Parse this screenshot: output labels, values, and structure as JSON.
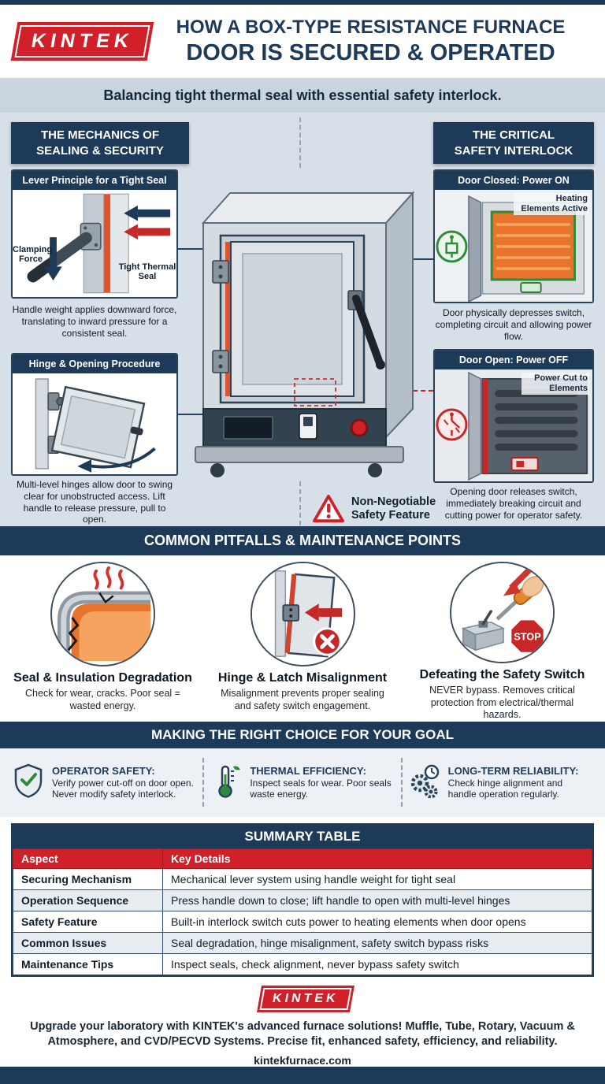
{
  "header": {
    "logo": "KINTEK",
    "title_line1": "HOW A BOX-TYPE RESISTANCE FURNACE",
    "title_line2": "DOOR IS SECURED & OPERATED",
    "subtitle": "Balancing tight thermal seal with essential safety interlock."
  },
  "mechanics": {
    "heading_line1": "THE MECHANICS OF",
    "heading_line2": "SEALING & SECURITY",
    "lever": {
      "title": "Lever Principle for a Tight Seal",
      "clamping_label": "Clamping Force",
      "seal_label": "Tight Thermal Seal",
      "caption": "Handle weight applies downward force, translating to inward pressure for a consistent seal."
    },
    "hinge": {
      "title": "Hinge & Opening Procedure",
      "caption": "Multi-level hinges allow door to swing clear for unobstructed access. Lift handle to release pressure, pull to open."
    }
  },
  "interlock": {
    "heading_line1": "THE CRITICAL",
    "heading_line2": "SAFETY INTERLOCK",
    "closed": {
      "title": "Door Closed: Power ON",
      "label": "Heating Elements Active",
      "caption": "Door physically depresses switch, completing circuit and allowing power flow."
    },
    "open": {
      "title": "Door Open: Power OFF",
      "label": "Power Cut to Elements",
      "caption": "Opening door releases switch, immediately breaking circuit and cutting power for operator safety."
    },
    "warning_line1": "Non-Negotiable",
    "warning_line2": "Safety Feature"
  },
  "pitfalls": {
    "heading": "COMMON PITFALLS & MAINTENANCE POINTS",
    "items": [
      {
        "title": "Seal & Insulation Degradation",
        "caption": "Check for wear, cracks. Poor seal = wasted energy."
      },
      {
        "title": "Hinge & Latch Misalignment",
        "caption": "Misalignment prevents proper sealing and safety switch engagement."
      },
      {
        "title": "Defeating the Safety Switch",
        "caption": "NEVER bypass. Removes critical protection from electrical/thermal hazards.",
        "stop_label": "STOP"
      }
    ]
  },
  "choices": {
    "heading": "MAKING THE RIGHT CHOICE FOR YOUR GOAL",
    "items": [
      {
        "title": "OPERATOR SAFETY:",
        "text": "Verify power cut-off on door open. Never modify safety interlock."
      },
      {
        "title": "THERMAL EFFICIENCY:",
        "text": "Inspect seals for wear. Poor seals waste energy."
      },
      {
        "title": "LONG-TERM RELIABILITY:",
        "text": "Check hinge alignment and handle operation regularly."
      }
    ]
  },
  "summary": {
    "heading": "SUMMARY TABLE",
    "columns": [
      "Aspect",
      "Key Details"
    ],
    "rows": [
      {
        "aspect": "Securing Mechanism",
        "details": "Mechanical lever system using handle weight for tight seal"
      },
      {
        "aspect": "Operation Sequence",
        "details": "Press handle down to close; lift handle to open with multi-level hinges"
      },
      {
        "aspect": "Safety Feature",
        "details": "Built-in interlock switch cuts power to heating elements when door opens"
      },
      {
        "aspect": "Common Issues",
        "details": "Seal degradation, hinge misalignment, safety switch bypass risks"
      },
      {
        "aspect": "Maintenance Tips",
        "details": "Inspect seals, check alignment, never bypass safety switch"
      }
    ]
  },
  "footer": {
    "logo": "KINTEK",
    "message": "Upgrade your laboratory with KINTEK's advanced furnace solutions! Muffle, Tube, Rotary, Vacuum & Atmosphere, and CVD/PECVD Systems. Precise fit, enhanced safety, efficiency, and reliability.",
    "website": "kintekfurnace.com"
  },
  "colors": {
    "navy": "#1d3a58",
    "red": "#d0202a",
    "orange": "#e8732c",
    "green": "#2e8b3a",
    "light_bg": "#d7dfe8"
  }
}
